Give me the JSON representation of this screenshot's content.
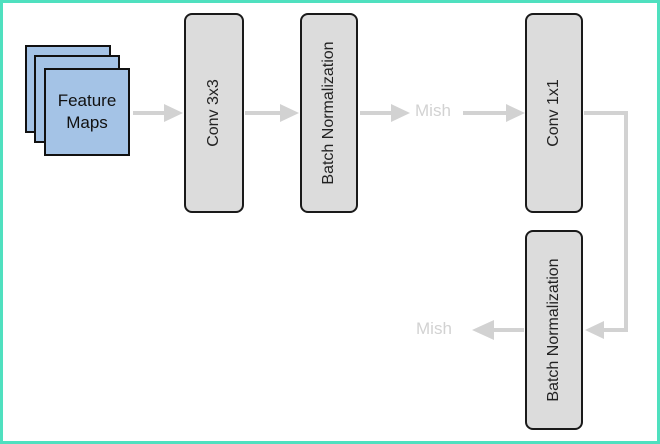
{
  "input": {
    "label": "Feature\nMaps"
  },
  "blocks": {
    "conv3x3": "Conv 3x3",
    "batch_norm_1": "Batch Normalization",
    "conv1x1": "Conv 1x1",
    "batch_norm_2": "Batch Normalization"
  },
  "activations": {
    "mish_1": "Mish",
    "mish_2": "Mish"
  },
  "colors": {
    "frame_border": "#4fe0bf",
    "feature_maps_fill": "#a4c3e6",
    "block_fill": "#dcdcdc",
    "arrow": "#d2d2d2",
    "activation_text": "#d2d2d2"
  }
}
